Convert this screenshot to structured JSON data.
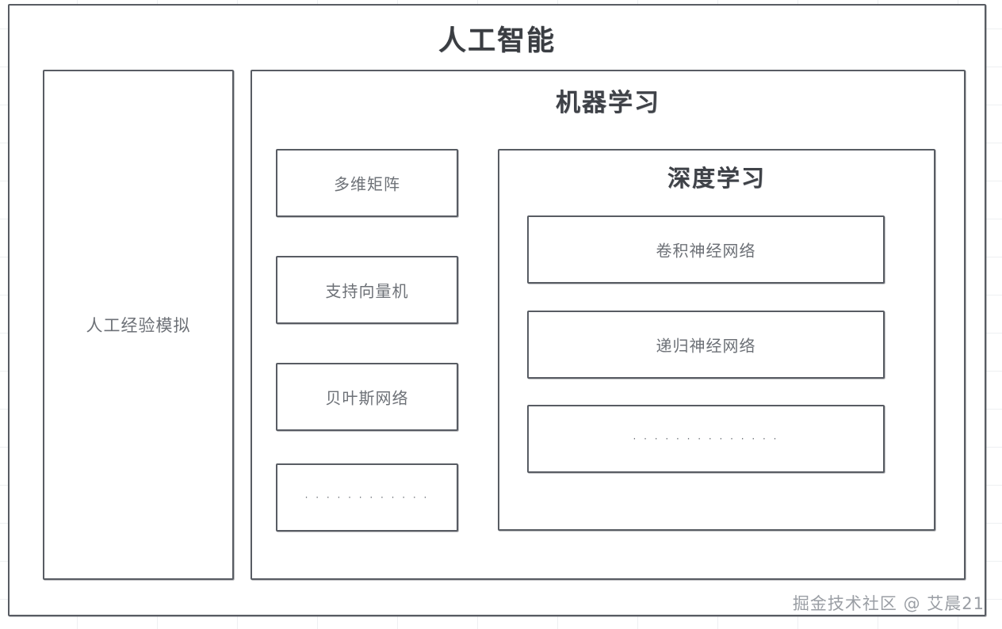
{
  "diagram": {
    "title": "人工智能",
    "left_column": {
      "label": "人工经验模拟"
    },
    "machine_learning": {
      "title": "机器学习",
      "items": [
        {
          "label": "多维矩阵"
        },
        {
          "label": "支持向量机"
        },
        {
          "label": "贝叶斯网络"
        },
        {
          "label": "· · · · · · · · · · · ·"
        }
      ]
    },
    "deep_learning": {
      "title": "深度学习",
      "items": [
        {
          "label": "卷积神经网络"
        },
        {
          "label": "递归神经网络"
        },
        {
          "label": "· · · · · · · · · · · · · ·"
        }
      ]
    }
  },
  "watermark": "掘金技术社区 @ 艾晨21",
  "colors": {
    "border": "#585c63",
    "title_text": "#3a3d42",
    "body_text": "#6d7177",
    "background": "#ffffff",
    "grid_line": "#aab2be",
    "watermark_text": "#9a9ea4"
  }
}
